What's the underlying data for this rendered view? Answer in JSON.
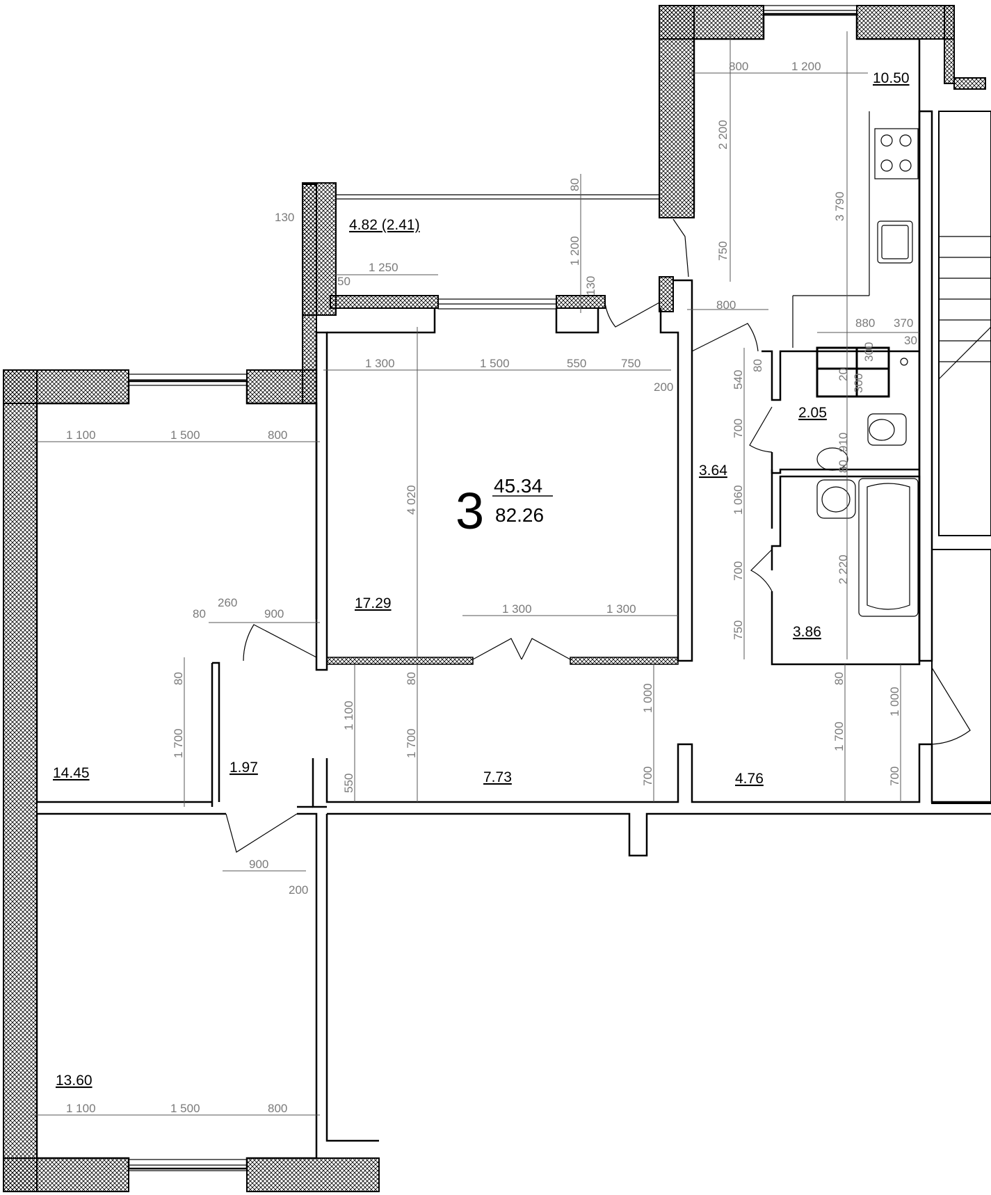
{
  "colors": {
    "wall_line": "#000000",
    "hatch": "#000000",
    "dimension_text": "#7a7a7a",
    "background": "#ffffff"
  },
  "apartment": {
    "number": "3",
    "living_area": "45.34",
    "total_area": "82.26"
  },
  "rooms": {
    "kitchen": "10.50",
    "balcony": "4.82 (2.41)",
    "living_room": "17.29",
    "bedroom_1": "14.45",
    "bedroom_2": "13.60",
    "closet": "1.97",
    "corridor": "7.73",
    "hall": "4.76",
    "hall_2": "3.64",
    "toilet": "2.05",
    "bathroom": "3.86"
  },
  "dimensions": {
    "kitchen_w1": "800",
    "kitchen_w2": "1 200",
    "kitchen_h1": "2 200",
    "kitchen_h2": "750",
    "kitchen_long": "3 790",
    "balcony_130": "130",
    "balcony_80": "80",
    "balcony_1200": "1 200",
    "balcony_1250": "1 250",
    "balcony_50": "50",
    "balcony_130b": "130",
    "door_800": "800",
    "wc_880": "880",
    "wc_370": "370",
    "wc_30": "30",
    "wc_20": "20",
    "wc_300a": "300",
    "wc_300b": "300",
    "wc_80": "80",
    "wc_910": "910",
    "wc_80b": "80",
    "side_540": "540",
    "side_700a": "700",
    "side_1060": "1 060",
    "side_700b": "700",
    "side_750": "750",
    "bath_2220": "2 220",
    "lr_1300": "1 300",
    "lr_1500": "1 500",
    "lr_550": "550",
    "lr_750": "750",
    "lr_200": "200",
    "lr_4020": "4 020",
    "lr_bottom_1300a": "1 300",
    "lr_bottom_1300b": "1 300",
    "br1_1100": "1 100",
    "br1_1500": "1 500",
    "br1_800": "800",
    "br1_80": "80",
    "br1_260": "260",
    "br1_900": "900",
    "br1_80v": "80",
    "br1_1700": "1 700",
    "cor_1100": "1 100",
    "cor_550": "550",
    "cor_80": "80",
    "cor_1700": "1 700",
    "cor_1000": "1 000",
    "cor_700": "700",
    "hall_80": "80",
    "hall_1700": "1 700",
    "hall_1000": "1 000",
    "hall_700": "700",
    "closet_900": "900",
    "closet_200": "200",
    "br2_1100": "1 100",
    "br2_1500": "1 500",
    "br2_800": "800"
  }
}
